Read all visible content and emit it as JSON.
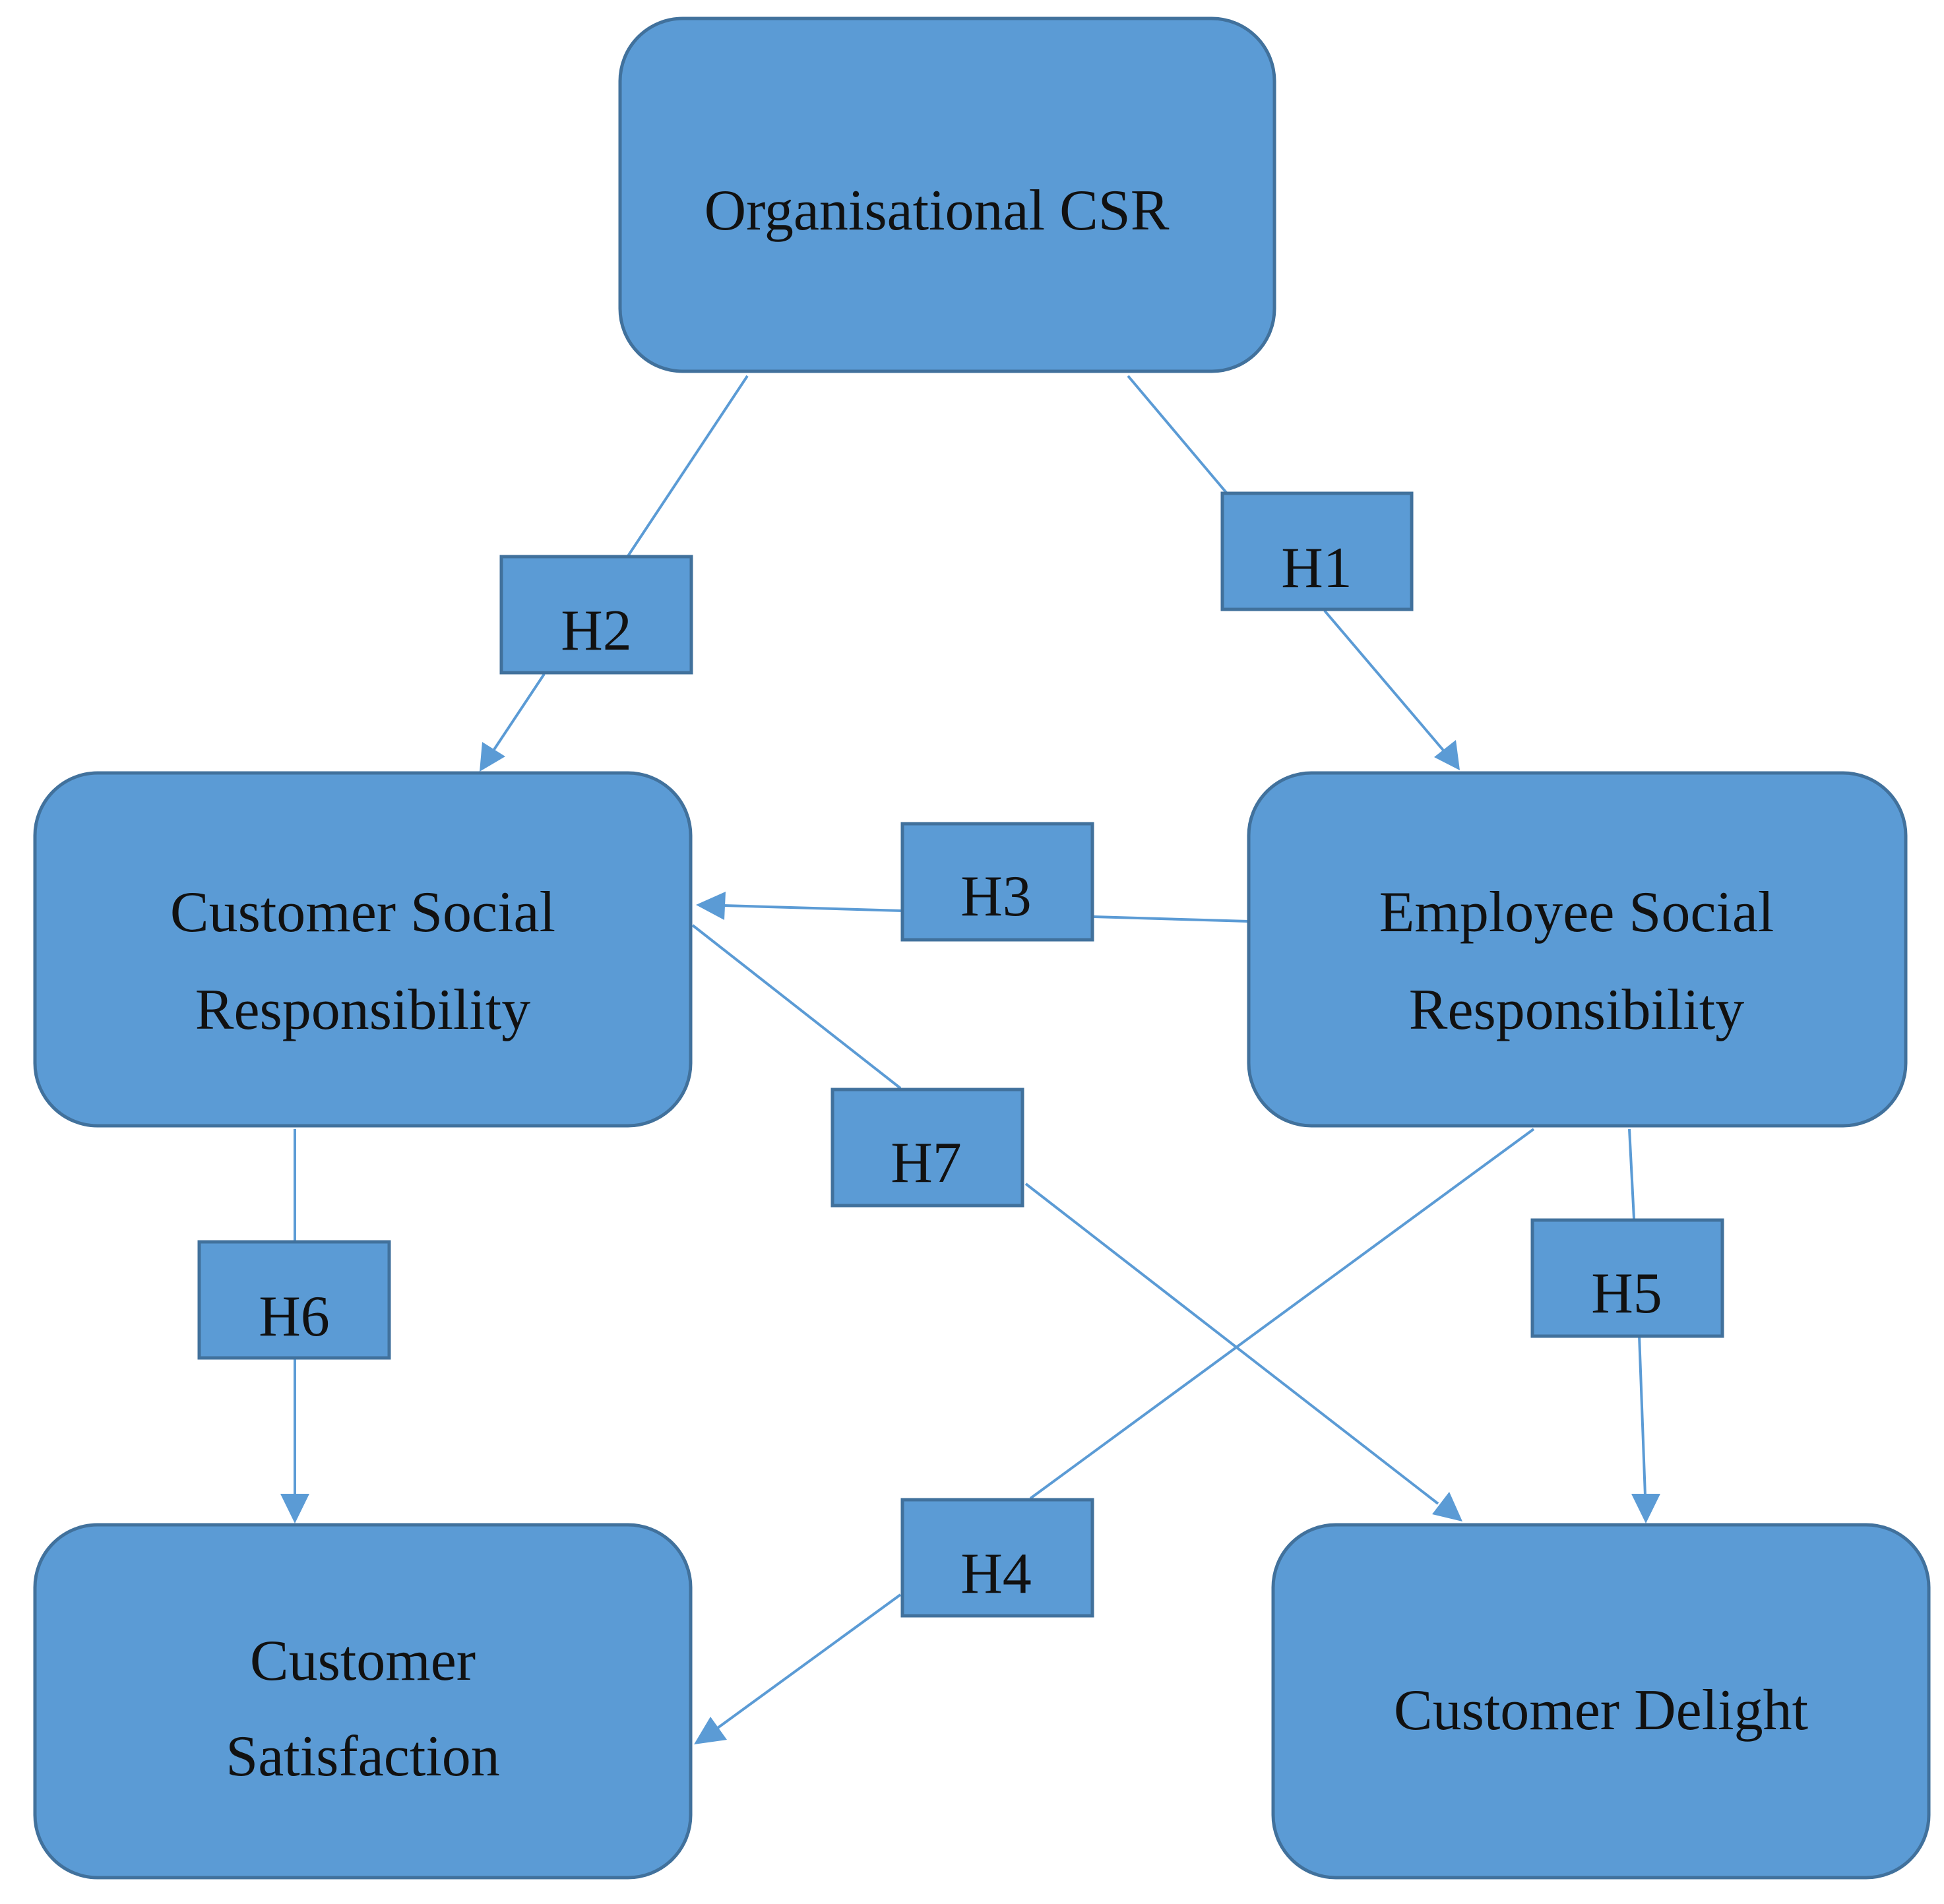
{
  "colors": {
    "node_fill": "#5b9bd5",
    "node_border": "#41719c",
    "arrow": "#5b9bd5",
    "text": "#111111"
  },
  "nodes": {
    "org_csr": {
      "lines": [
        "Organisational CSR"
      ]
    },
    "customer_sr": {
      "lines": [
        "Customer Social",
        "Responsibility"
      ]
    },
    "employee_sr": {
      "lines": [
        "Employee Social",
        "Responsibility"
      ]
    },
    "customer_satisfaction": {
      "lines": [
        "Customer",
        "Satisfaction"
      ]
    },
    "customer_delight": {
      "lines": [
        "Customer Delight"
      ]
    }
  },
  "hypotheses": {
    "h1": {
      "label": "H1",
      "from": "Organisational CSR",
      "to": "Employee Social Responsibility"
    },
    "h2": {
      "label": "H2",
      "from": "Organisational CSR",
      "to": "Customer Social Responsibility"
    },
    "h3": {
      "label": "H3",
      "from": "Employee Social Responsibility",
      "to": "Customer Social Responsibility"
    },
    "h4": {
      "label": "H4",
      "from": "Employee Social Responsibility",
      "to": "Customer Satisfaction"
    },
    "h5": {
      "label": "H5",
      "from": "Employee Social Responsibility",
      "to": "Customer Delight"
    },
    "h6": {
      "label": "H6",
      "from": "Customer Social Responsibility",
      "to": "Customer Satisfaction"
    },
    "h7": {
      "label": "H7",
      "from": "Customer Social Responsibility",
      "to": "Customer Delight"
    }
  }
}
